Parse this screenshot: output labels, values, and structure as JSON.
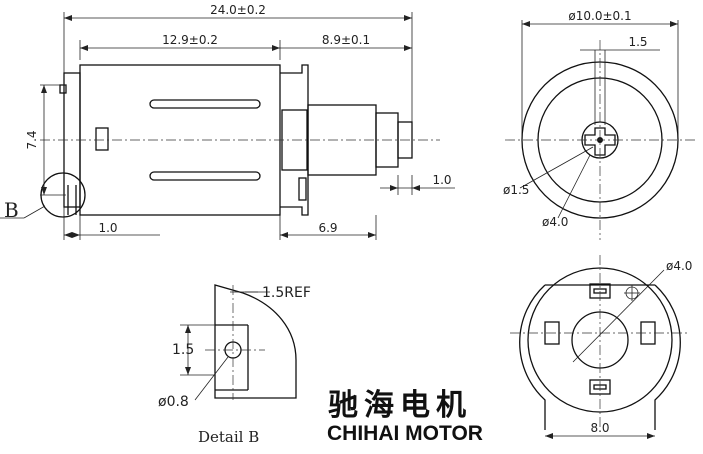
{
  "dimensions": {
    "overall_length": "24.0±0.2",
    "body_length": "12.9±0.2",
    "shaft_length": "8.9±0.1",
    "height": "7.4",
    "terminal_offset": "1.0",
    "shaft_step": "1.0",
    "rear_offset": "6.9",
    "outer_diameter": "ø10.0±0.1",
    "flat_width": "1.5",
    "shaft_diameter": "ø1.5",
    "bearing_diameter": "ø4.0",
    "boss_diameter": "ø4.0",
    "end_width": "8.0",
    "detail_height": "1.5",
    "detail_ref": "1.5REF",
    "hole_diameter": "ø0.8"
  },
  "labels": {
    "detail_callout": "B",
    "detail_title": "Detail B"
  },
  "brand": {
    "name_cn": "驰海电机",
    "name_en": "CHIHAI MOTOR"
  },
  "colors": {
    "line": "#111111",
    "background": "#ffffff"
  }
}
